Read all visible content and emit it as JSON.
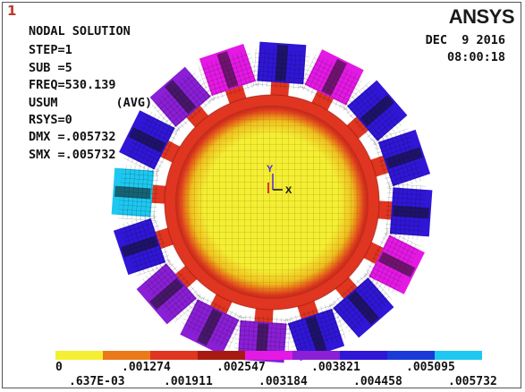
{
  "window": {
    "number": "1",
    "logo": "ANSYS"
  },
  "header": {
    "title": "NODAL SOLUTION",
    "step": "STEP=1",
    "sub": "SUB =5",
    "freq": "FREQ=530.139",
    "usum": "USUM        (AVG)",
    "rsys": "RSYS=0",
    "dmx": "DMX =.005732",
    "smx": "SMX =.005732"
  },
  "datetime": {
    "date": "DEC  9 2016",
    "time": "08:00:18"
  },
  "triad": {
    "y_label": "Y",
    "x_label": "X",
    "x_color": "#111111",
    "y_color": "#4b2bd6"
  },
  "legend": {
    "colors": [
      "#f5ef33",
      "#ea7a19",
      "#e03520",
      "#a81a10",
      "#e419e4",
      "#8a1fd6",
      "#3016d6",
      "#1a3ad8",
      "#1ec8f0"
    ],
    "labels_top": [
      "0",
      ".001274",
      ".002547",
      ".003821",
      ".005095"
    ],
    "labels_bottom": [
      ".637E-03",
      ".001911",
      ".003184",
      ".004458",
      ".005732"
    ]
  }
}
